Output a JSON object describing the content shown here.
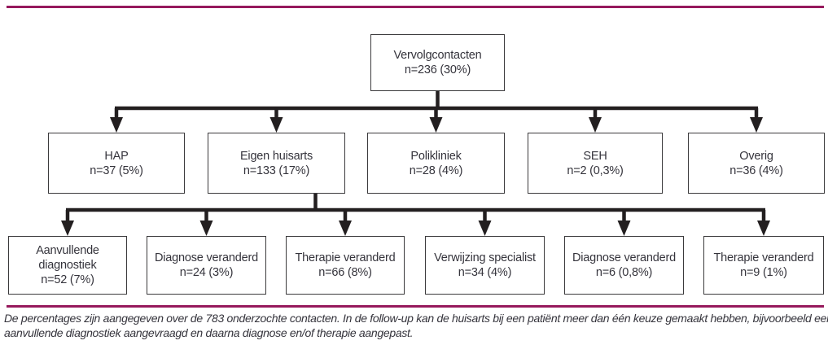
{
  "colors": {
    "accent": "#96195c",
    "box_border": "#3b3a3c",
    "text": "#35343c",
    "connector": "#231f20"
  },
  "diagram": {
    "root": {
      "label": "Vervolgcontacten",
      "value": "n=236 (30%)"
    },
    "level2": [
      {
        "label": "HAP",
        "value": "n=37 (5%)"
      },
      {
        "label": "Eigen huisarts",
        "value": "n=133 (17%)"
      },
      {
        "label": "Polikliniek",
        "value": "n=28 (4%)"
      },
      {
        "label": "SEH",
        "value": "n=2 (0,3%)"
      },
      {
        "label": "Overig",
        "value": "n=36 (4%)"
      }
    ],
    "level3": [
      {
        "label": "Aanvullende diagnostiek",
        "value": "n=52 (7%)"
      },
      {
        "label": "Diagnose veranderd",
        "value": "n=24 (3%)"
      },
      {
        "label": "Therapie veranderd",
        "value": "n=66 (8%)"
      },
      {
        "label": "Verwijzing specialist",
        "value": "n=34 (4%)"
      },
      {
        "label": "Diagnose veranderd",
        "value": "n=6 (0,8%)"
      },
      {
        "label": "Therapie veranderd",
        "value": "n=9 (1%)"
      }
    ]
  },
  "caption": {
    "line1": "De percentages zijn aangegeven over de 783 onderzochte contacten. In de follow-up kan de huisarts bij een patiënt meer dan één keuze gemaakt hebben, bijvoorbeeld eerst",
    "line2": "aanvullende diagnostiek aangevraagd en daarna diagnose en/of therapie aangepast."
  }
}
